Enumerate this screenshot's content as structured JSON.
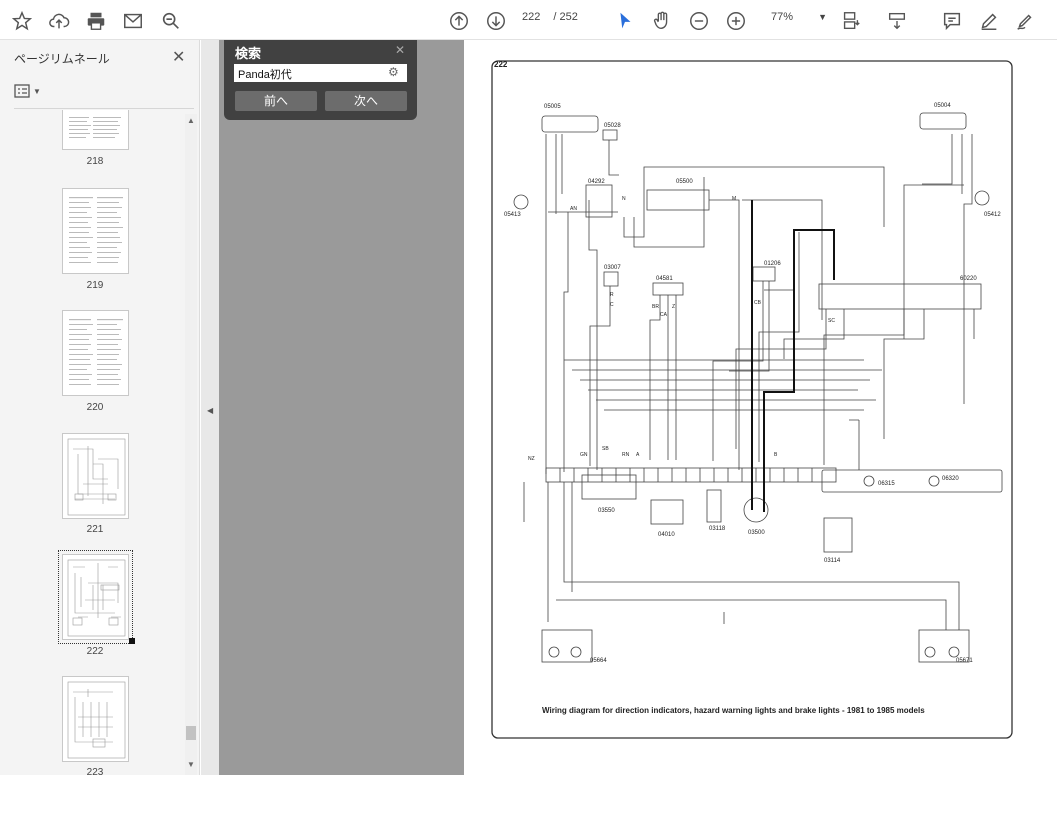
{
  "toolbar": {
    "page_current": "222",
    "page_total": "/ 252",
    "zoom": "77%"
  },
  "sidebar": {
    "title": "ページリムネール",
    "thumbnails": [
      {
        "label": "218"
      },
      {
        "label": "219"
      },
      {
        "label": "220"
      },
      {
        "label": "221"
      },
      {
        "label": "222"
      },
      {
        "label": "223"
      }
    ]
  },
  "find": {
    "title": "検索",
    "query": "Panda初代",
    "prev_label": "前へ",
    "next_label": "次へ"
  },
  "document": {
    "page_number": "222",
    "caption": "Wiring diagram for direction indicators, hazard warning lights and brake lights - 1981 to 1985 models",
    "component_labels": [
      "05005",
      "05028",
      "05004",
      "04292",
      "05500",
      "05413",
      "05412",
      "03007",
      "04581",
      "01206",
      "60220",
      "03550",
      "04010",
      "03118",
      "03500",
      "06315",
      "06320",
      "03114",
      "05664",
      "05671"
    ],
    "wire_labels": [
      "AN",
      "NZ",
      "N",
      "M",
      "R",
      "C",
      "BR",
      "CA",
      "Z",
      "CB",
      "SC",
      "GN",
      "SB",
      "RN",
      "A",
      "B"
    ]
  },
  "colors": {
    "toolbar_bg": "#ffffff",
    "sidebar_bg": "#f4f4f4",
    "canvas_bg": "#9a9a9a",
    "find_bg": "#414141",
    "accent_cursor": "#2a6fdb"
  }
}
